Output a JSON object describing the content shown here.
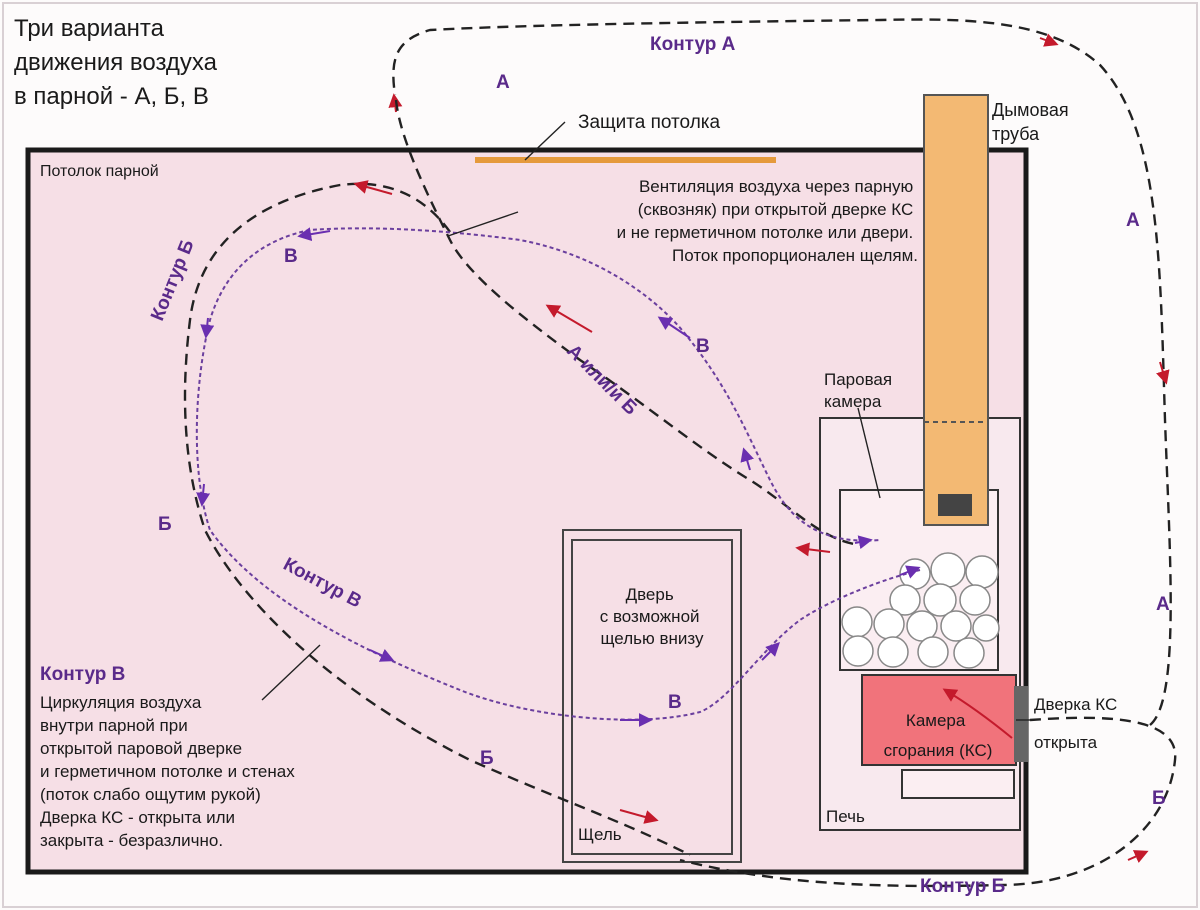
{
  "title": [
    "Три варианта",
    "движения воздуха",
    "в парной - А, Б, В"
  ],
  "labels": {
    "ceiling_protection": "Защита потолка",
    "steam_room_ceiling": "Потолок парной",
    "chimney": [
      "Дымовая",
      "труба"
    ],
    "ventilation_note": [
      "Вентиляция воздуха через парную",
      "(сквозняк) при открытой дверке КС",
      "и не герметичном потолке или двери.",
      "Поток пропорционален щелям."
    ],
    "steam_chamber": [
      "Паровая",
      "камера"
    ],
    "door": [
      "Дверь",
      "с возможной",
      "щелью внизу"
    ],
    "gap": "Щель",
    "combustion_chamber": [
      "Камера",
      "сгорания (КС)"
    ],
    "firebox_door": [
      "Дверка КС",
      "открыта"
    ],
    "stove": "Печь",
    "contour_v_heading": "Контур В",
    "contour_v_note": [
      "Циркуляция воздуха",
      "внутри парной при",
      "открытой паровой дверке",
      "и герметичном потолке и стенах",
      "(поток слабо ощутим рукой)",
      "Дверка КС - открыта или",
      "закрыта - безразлично."
    ]
  },
  "contour_labels": {
    "a_top": "Контур А",
    "b_left": "Контур Б",
    "v_mid": "Контур В",
    "b_bottom": "Контур Б",
    "a_or_b": "А или/и Б"
  },
  "letters": {
    "a1": "А",
    "a2": "А",
    "a3": "А",
    "b1": "Б",
    "b2": "Б",
    "b3": "Б",
    "v1": "В",
    "v2": "В",
    "v3": "В"
  },
  "colors": {
    "room_fill": "#f6dfe6",
    "pipe": "#f3b973",
    "combustion": "#f1737b",
    "text_purple": "#5a2a8a",
    "arrow_red": "#c41a2c",
    "arrow_purple": "#6a2fb0"
  }
}
